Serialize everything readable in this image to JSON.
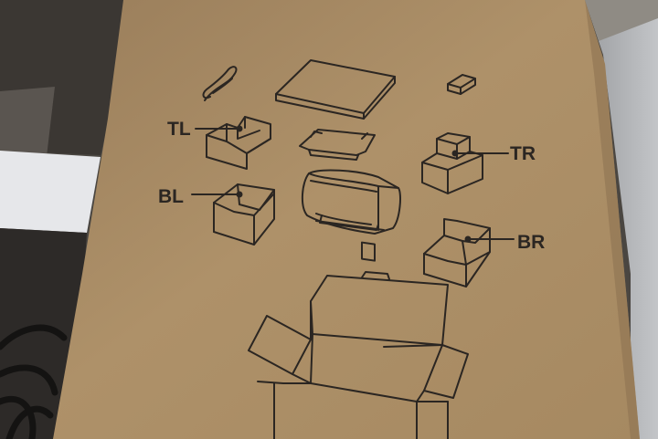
{
  "labels": {
    "tl": "TL",
    "tr": "TR",
    "bl": "BL",
    "br": "BR"
  },
  "colors": {
    "cardboard": "#a98c66",
    "ink": "#2b2622",
    "background_dark": "#3e3a36",
    "wall_gray": "#b7b9bc"
  },
  "depicted_items": [
    "cable-icon",
    "manual-icon",
    "connector-icon",
    "corner-cushion-tl",
    "paper-chute-icon",
    "corner-cushion-tr",
    "scanner-icon",
    "corner-cushion-bl",
    "corner-cushion-br",
    "shipping-box-icon"
  ]
}
